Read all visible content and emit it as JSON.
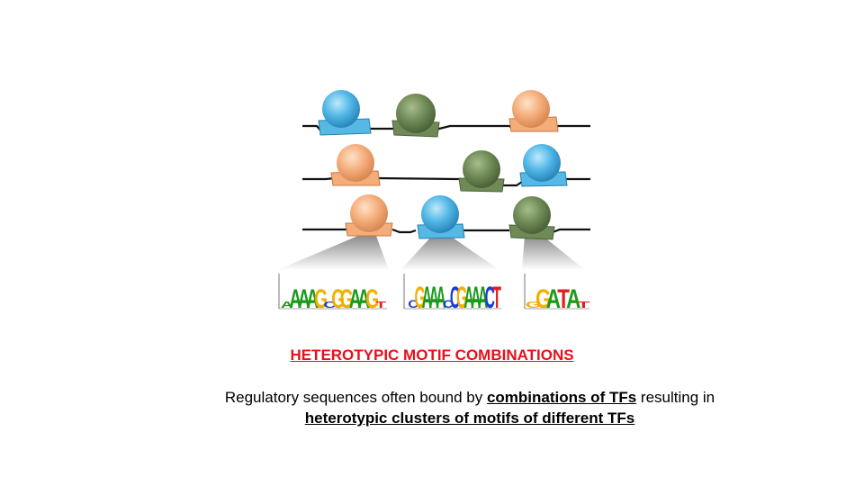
{
  "heading": "HETEROTYPIC MOTIF COMBINATIONS",
  "caption": {
    "prefix": "Regulatory sequences often bound by ",
    "emphasis_1": "combinations of TFs",
    "middle": " resulting in",
    "emphasis_2": "heterotypic clusters of motifs of different TFs"
  },
  "colors": {
    "tf_blue": "#4fb6e6",
    "tf_green": "#6f8a56",
    "tf_orange": "#f4ad7a",
    "heading_red": "#e8101a",
    "base_A": "#1a9a1a",
    "base_C": "#1c3bd6",
    "base_G": "#f2b000",
    "base_T": "#e02020"
  },
  "dna_strands": [
    {
      "factors": [
        "blue",
        "green",
        "orange"
      ]
    },
    {
      "factors": [
        "orange",
        "green",
        "blue"
      ]
    },
    {
      "factors": [
        "orange",
        "blue",
        "green"
      ]
    }
  ],
  "motif_logos": [
    {
      "bound_by": "orange",
      "sequence": "AAAAGCGGAAGT"
    },
    {
      "bound_by": "blue",
      "sequence": "CGAAACCGAAACT"
    },
    {
      "bound_by": "green",
      "sequence": "GGATAT"
    }
  ]
}
